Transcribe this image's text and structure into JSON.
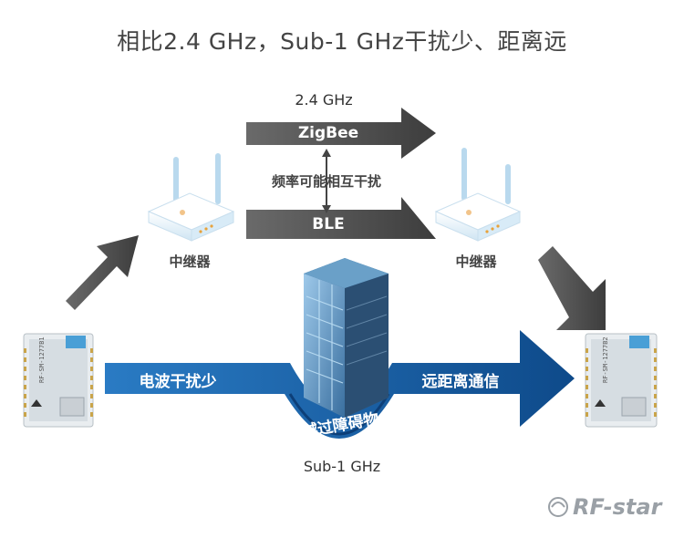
{
  "title": "相比2.4 GHz，Sub-1 GHz干扰少、距离远",
  "top_band": {
    "freq_label": "2.4 GHz",
    "zigbee_label": "ZigBee",
    "interference_label": "频率可能相互干扰",
    "ble_label": "BLE"
  },
  "repeaters": {
    "left_label": "中继器",
    "right_label": "中继器"
  },
  "bottom_band": {
    "left_label": "电波干扰少",
    "right_label": "远距离通信",
    "curve_label": "越过障碍物",
    "freq_label": "Sub-1 GHz"
  },
  "module": {
    "left_model": "RF-SM-1277B1",
    "right_model": "RF-SM-1277B2"
  },
  "logo": {
    "text": "RF-star"
  },
  "colors": {
    "dark_gray_arrow": "#555555",
    "blue_arrow": "#1f6fb5",
    "blue_arrow_dark": "#0d3f78"
  }
}
